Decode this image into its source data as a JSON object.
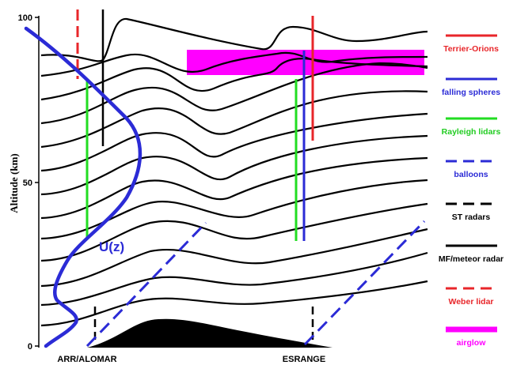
{
  "figure": {
    "y_axis_label": "Altitude (km)",
    "y_ticks": [
      "100",
      "50",
      "0"
    ],
    "sites": [
      "ARR/ALOMAR",
      "ESRANGE"
    ],
    "wind_profile_label": "U(z)"
  },
  "legend": [
    {
      "label": "Terrier-Orions",
      "style": "solid",
      "color": "#e8262a",
      "text_color": "#e8262a"
    },
    {
      "label": "falling spheres",
      "style": "solid",
      "color": "#2b2bd6",
      "text_color": "#2b2bd6"
    },
    {
      "label": "Rayleigh lidars",
      "style": "solid",
      "color": "#22dd22",
      "text_color": "#22cc22"
    },
    {
      "label": "balloons",
      "style": "dashed",
      "color": "#2b2bd6",
      "text_color": "#2b2bd6"
    },
    {
      "label": "ST radars",
      "style": "dashed",
      "color": "#000000",
      "text_color": "#000000"
    },
    {
      "label": "MF/meteor radar",
      "style": "solid",
      "color": "#000000",
      "text_color": "#000000"
    },
    {
      "label": "Weber lidar",
      "style": "dashed",
      "color": "#e8262a",
      "text_color": "#e8262a"
    },
    {
      "label": "airglow",
      "style": "thick",
      "color": "#ff00ff",
      "text_color": "#ff00ff"
    }
  ],
  "colors": {
    "red": "#e8262a",
    "blue": "#2b2bd6",
    "green": "#22dd22",
    "magenta": "#ff00ff",
    "black": "#000000"
  }
}
